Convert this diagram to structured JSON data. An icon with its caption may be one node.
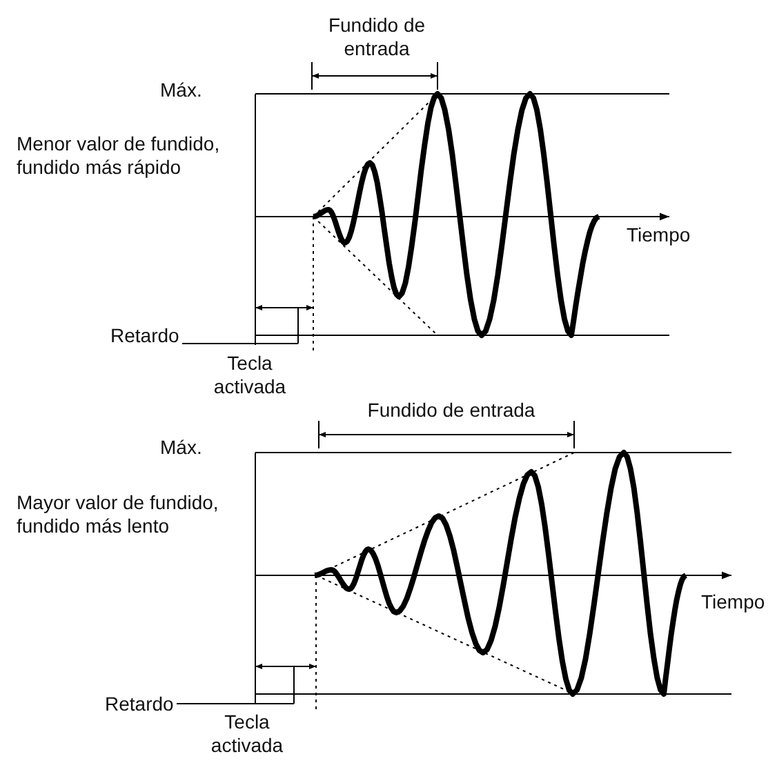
{
  "diagram": {
    "nodes": [
      {
        "text": [
          "Retardo"
        ]
      },
      {
        "text": [
          "Retardo"
        ]
      }
    ],
    "edges": [
      {
        "from": 0,
        "to": null,
        "arrow": "none"
      },
      {
        "from": 1,
        "to": null,
        "arrow": "none"
      }
    ],
    "labels": [
      "Fundido de entrada",
      "Máx.",
      "Menor valor de fundido, fundido más rápido",
      "Tiempo",
      "Tecla activada",
      "Fundido de entrada",
      "Máx.",
      "Mayor valor de fundido, fundido más lento",
      "Tiempo",
      "Tecla activada"
    ]
  }
}
